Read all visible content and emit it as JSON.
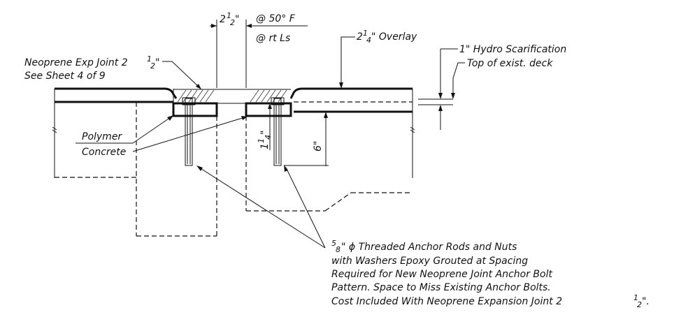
{
  "notes": {
    "gap_dim_whole": "2",
    "gap_dim_frac": "1",
    "gap_dim_den": "2",
    "gap_dim_unit": "\"",
    "temp_note": "@ 50° F",
    "rt_note": "@ rt Ls",
    "overlay_whole": "2",
    "overlay_frac": "1",
    "overlay_den": "4",
    "overlay_text": "\" Overlay",
    "neoprene_line1_a": "Neoprene Exp Joint 2",
    "neoprene_frac": "1",
    "neoprene_den": "2",
    "neoprene_line1_b": "\"",
    "neoprene_line2": "See Sheet 4 of 9",
    "hydro": "1\" Hydro Scarification",
    "top_deck": "Top of exist. deck",
    "polymer_line1": "Polymer",
    "polymer_line2": "Concrete",
    "dim_quarter_whole": "1",
    "dim_quarter_frac": "1",
    "dim_quarter_den": "4",
    "dim_quarter_unit": "\"",
    "dim_six": "6\"",
    "anchor_frac_num": "5",
    "anchor_frac_den": "8",
    "anchor_line1": "\" ϕ Threaded Anchor Rods and Nuts",
    "anchor_line2": "with Washers Epoxy Grouted at Spacing",
    "anchor_line3": "Required for New Neoprene Joint Anchor Bolt",
    "anchor_line4": "Pattern. Space to Miss Existing Anchor Bolts.",
    "anchor_line5_a": "Cost Included With Neoprene Expansion Joint 2",
    "anchor_line5_frac": "1",
    "anchor_line5_den": "2",
    "anchor_line5_b": "\"."
  }
}
